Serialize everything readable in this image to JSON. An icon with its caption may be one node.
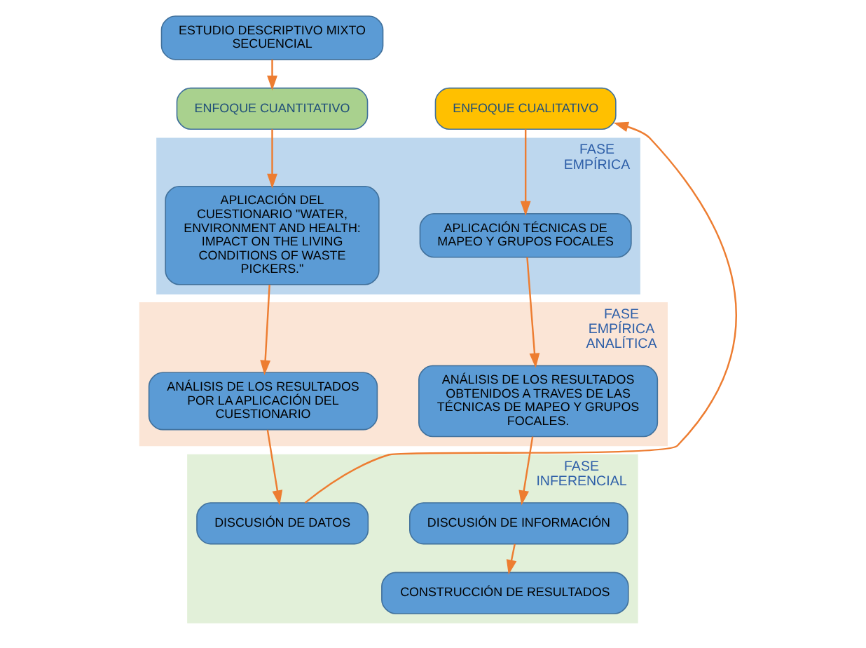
{
  "diagram": {
    "nodes": [
      {
        "text": [
          "ESTUDIO DESCRIPTIVO MIXTO SECUENCIAL"
        ]
      },
      {
        "text": [
          "ENFOQUE CUANTITATIVO"
        ]
      },
      {
        "text": [
          "ENFOQUE CUALITATIVO"
        ]
      },
      {
        "text": [
          "FASE EMPÍRICA"
        ]
      },
      {
        "text": [
          "APLICACIÓN DEL CUESTIONARIO \"WATER, ENVIRONMENT AND HEALTH: IMPACT ON THE LIVING CONDITIONS OF WASTE PICKERS.\""
        ],
        "in": 3
      },
      {
        "text": [
          "APLICACIÓN TÉCNICAS DE MAPEO Y GRUPOS FOCALES"
        ],
        "in": 3
      },
      {
        "text": [
          "FASE EMPÍRICA ANALÍTICA"
        ]
      },
      {
        "text": [
          "ANÁLISIS DE LOS RESULTADOS POR LA APLICACIÓN DEL CUESTIONARIO"
        ],
        "in": 6
      },
      {
        "text": [
          "ANÁLISIS DE LOS RESULTADOS OBTENIDOS A TRAVES DE LAS TÉCNICAS DE MAPEO Y GRUPOS FOCALES."
        ],
        "in": 6
      },
      {
        "text": [
          "FASE INFERENCIAL"
        ]
      },
      {
        "text": [
          "DISCUSIÓN DE DATOS"
        ],
        "in": 9
      },
      {
        "text": [
          "DISCUSIÓN DE INFORMACIÓN"
        ],
        "in": 9
      },
      {
        "text": [
          "CONSTRUCCIÓN DE RESULTADOS"
        ],
        "in": 9
      }
    ],
    "edges": [
      {
        "from": 0,
        "to": 1,
        "arrow": "to"
      },
      {
        "from": 1,
        "to": 4,
        "arrow": "to"
      },
      {
        "from": 4,
        "to": 7,
        "arrow": "to"
      },
      {
        "from": 7,
        "to": 10,
        "arrow": "to"
      },
      {
        "from": 10,
        "to": 2,
        "arrow": "to"
      },
      {
        "from": 2,
        "to": 5,
        "arrow": "to"
      },
      {
        "from": 5,
        "to": 8,
        "arrow": "to"
      },
      {
        "from": 8,
        "to": 11,
        "arrow": "to"
      },
      {
        "from": 11,
        "to": 12,
        "arrow": "to"
      }
    ]
  }
}
